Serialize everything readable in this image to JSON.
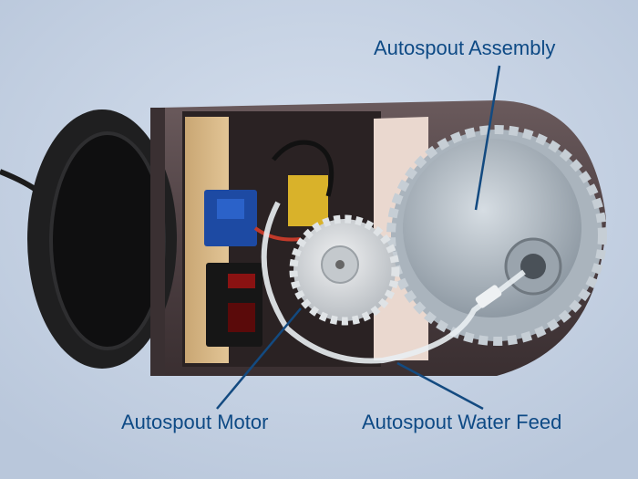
{
  "labels": {
    "assembly": "Autospout Assembly",
    "motor": "Autospout Motor",
    "water_feed": "Autospout Water Feed"
  },
  "colors": {
    "label_text": "#0e4a85",
    "leader_line": "#134a80",
    "background": "#c9d5e6"
  }
}
